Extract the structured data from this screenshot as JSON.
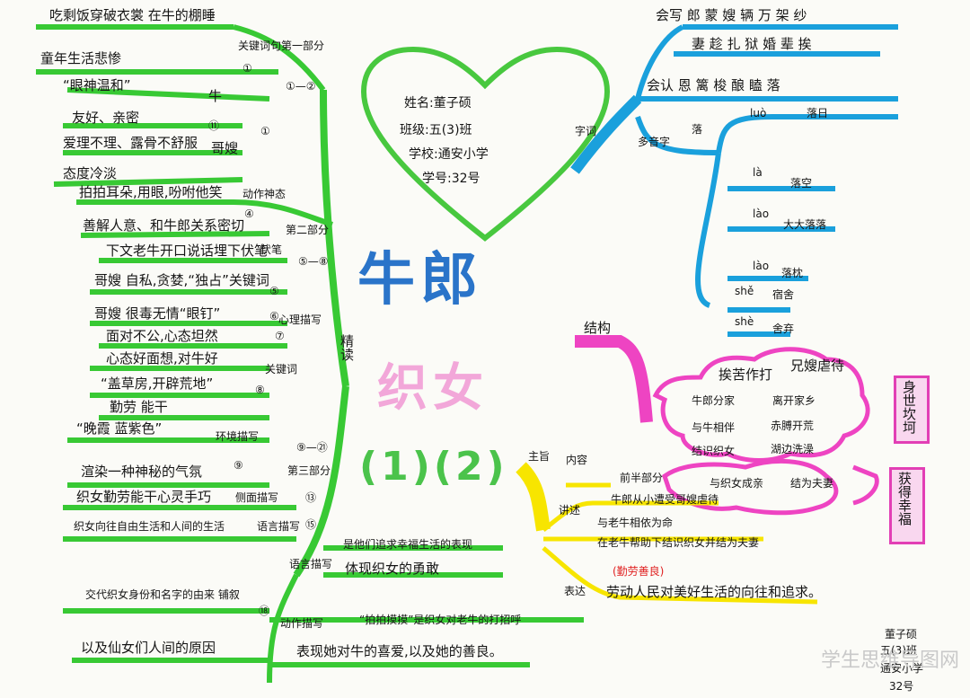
{
  "center": {
    "title_top": "牛郎",
    "title_mid": "织女",
    "title_bottom": "(1)(2)",
    "info_lines": [
      "姓名:董子硕",
      "班级:五(3)班",
      "学校:通安小学",
      "学号:32号"
    ]
  },
  "left": {
    "top_lines": [
      "吃剩饭穿破衣裳 在牛的棚睡",
      "童年生活悲惨",
      "“眼神温和”",
      "牛",
      "友好、亲密",
      "爱理不理、露骨不舒服",
      "哥嫂",
      "态度冷淡",
      "①",
      "⑪",
      "①",
      "关键词句第一部分",
      "①—②"
    ],
    "mid_lines": [
      "拍拍耳朵,用眼,吩咐他笑",
      "善解人意、和牛郎关系密切",
      "下文老牛开口说话埋下伏笔",
      "伏笔",
      "哥嫂 自私,贪婪,“独占”关键词",
      "哥嫂 很毒无情“眼钉”",
      "面对不公,心态坦然",
      "心态好面想,对牛好",
      "“盖草房,开辟荒地”",
      "勤劳 能干",
      "④",
      "⑤",
      "⑥",
      "⑦",
      "⑧",
      "动作神态",
      "第二部分",
      "⑤—⑧",
      "心理描写",
      "关键词",
      "精读"
    ],
    "low_lines": [
      "“晚霞 蓝紫色”",
      "环境描写",
      "渲染一种神秘的气氛",
      "⑨",
      "织女勤劳能干心灵手巧",
      "侧面描写",
      "⑬",
      "织女向往自由生活和人间的生活",
      "语言描写",
      "⑮",
      "第三部分",
      "⑨—㉑",
      "是他们追求幸福生活的表现",
      "体现织女的勇敢",
      "语言描写",
      "交代织女身份和名字的由来 铺叙",
      "⑱",
      "动作描写",
      "“拍拍摸摸”是织女对老牛的打招呼",
      "以及仙女们人间的原因",
      "表现她对牛的喜爱,以及她的善良。"
    ]
  },
  "right": {
    "top_lines": [
      "字词",
      "会写 郎 蒙 嫂 辆 万 架 纱",
      "妻 趁 扎 狱 婚 辈 挨",
      "会认 恩 篱 梭 酿 瞌 落",
      "多音字",
      "落",
      "luò",
      "落日",
      "là",
      "落空",
      "lào",
      "大大落落",
      "lào",
      "落枕",
      "shě",
      "宿舍",
      "shè",
      "舍弃"
    ],
    "struct_lines": [
      "结构",
      "挨苦作打",
      "兄嫂虐待",
      "牛郎分家",
      "离开家乡",
      "与牛相伴",
      "赤膊开荒",
      "结识织女",
      "湖边洗澡",
      "身世坎坷",
      "与织女成亲",
      "结为夫妻",
      "获得幸福"
    ],
    "content_lines": [
      "主旨",
      "内容",
      "讲述",
      "前半部分",
      "牛郎从小遭受哥嫂虐待",
      "与老牛相依为命",
      "在老牛帮助下结识织女并结为夫妻",
      "(勤劳善良)",
      "表达",
      "劳动人民对美好生活的向往和追求。"
    ],
    "author_lines": [
      "董子硕",
      "五(3)班",
      "通安小学",
      "32号"
    ]
  },
  "watermark": "学生思维导图网",
  "colors": {
    "green": "#38c934",
    "blue": "#1aa0dc",
    "pink": "#ee44c2",
    "yellow": "#f7e500",
    "ink": "#151515",
    "heart": "#48c83f"
  }
}
